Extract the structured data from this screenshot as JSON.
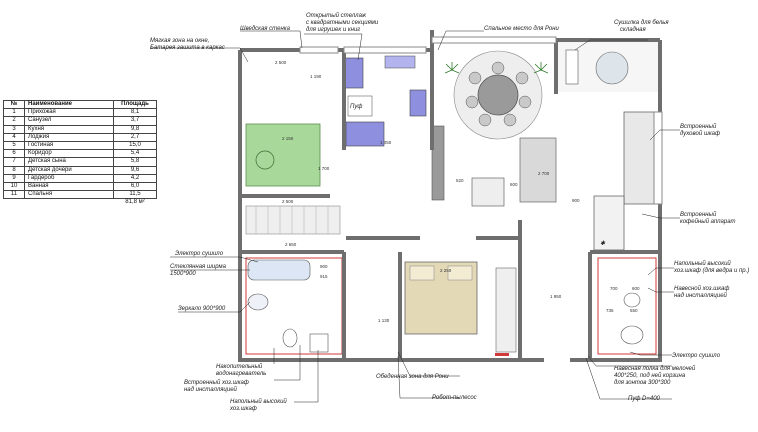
{
  "table": {
    "headers": [
      "№",
      "Наименование",
      "Площадь"
    ],
    "rows": [
      {
        "n": "1",
        "name": "Прихожая",
        "area": "8,1"
      },
      {
        "n": "2",
        "name": "Санузел",
        "area": "3,7"
      },
      {
        "n": "3",
        "name": "Кухня",
        "area": "9,8"
      },
      {
        "n": "4",
        "name": "Лоджия",
        "area": "2,7"
      },
      {
        "n": "5",
        "name": "Гостиная",
        "area": "15,0"
      },
      {
        "n": "6",
        "name": "Коридор",
        "area": "5,4"
      },
      {
        "n": "7",
        "name": "Детская сына",
        "area": "5,8"
      },
      {
        "n": "8",
        "name": "Детская дочери",
        "area": "9,6"
      },
      {
        "n": "9",
        "name": "Гардероб",
        "area": "4,2"
      },
      {
        "n": "10",
        "name": "Ванная",
        "area": "6,0"
      },
      {
        "n": "11",
        "name": "Спальня",
        "area": "11,5"
      }
    ],
    "total": "81,8 м²"
  },
  "labels": {
    "soft_zone_1": "Мягкая зона на окне,",
    "soft_zone_2": "Батарея зашита в каркас",
    "swedish_wall": "Шведская стенка",
    "open_rack_1": "Открытый стеллаж",
    "open_rack_2": "с квадратными секциями",
    "open_rack_3": "для игрушек и книг",
    "roni_bed": "Спальное место для Рони",
    "dryer_1": "Сушилка для белья",
    "dryer_2": "складная",
    "oven_1": "Встроенный",
    "oven_2": "духовой шкаф",
    "coffee_1": "Встроенный",
    "coffee_2": "кофейный аппарат",
    "electro_dryer_left": "Электро сушило",
    "glass_screen_1": "Стеклянная ширма",
    "glass_screen_2": "1500*900",
    "mirror": "Зеркало 900*900",
    "tall_cab_1": "Напольный высокий",
    "tall_cab_2": "хоз.шкаф (для ведра и пр.)",
    "wall_cab_1": "Навесной хоз.шкаф",
    "wall_cab_2": "над инсталляцией",
    "electro_dryer_right": "Электро сушило",
    "shelf_1": "Навесная полка для мелочей",
    "shelf_2": "400*250, под ней корзина",
    "shelf_3": "для зонтов 300*300",
    "puf": "Пуф D=400",
    "robot": "Робот-пылесос",
    "roni_zone": "Обеденная зона для Рони",
    "tall_cab_b_1": "Напольный высокий",
    "tall_cab_b_2": "хоз.шкаф",
    "builtin_cab_1": "Встроенный хоз.шкаф",
    "builtin_cab_2": "над инсталляцией",
    "heater_1": "Накопительный",
    "heater_2": "водонагреватель",
    "puf_small": "Пуф"
  },
  "dims": {
    "d2500a": "2 500",
    "d1190a": "1 190",
    "d2150": "2 150",
    "d1700": "1 700",
    "d2500b": "2 500",
    "d1050": "1 050",
    "d2650": "2 650",
    "d900a": "900",
    "d915": "915",
    "d2700": "2 700",
    "d520": "520",
    "d600": "600",
    "d900b": "900",
    "d2250": "2 250",
    "d1950": "1 950",
    "d1130": "1 130",
    "d700": "700",
    "d600b": "600",
    "d735": "735",
    "d550": "550"
  },
  "colors": {
    "wall": "#6e6e6e",
    "child_room": "#a8d89a",
    "bed": "#e3d9b6",
    "blue_furniture": "#8f8fe0",
    "bath_red": "#d23a3a",
    "floor_grey": "#d9d9d9"
  }
}
